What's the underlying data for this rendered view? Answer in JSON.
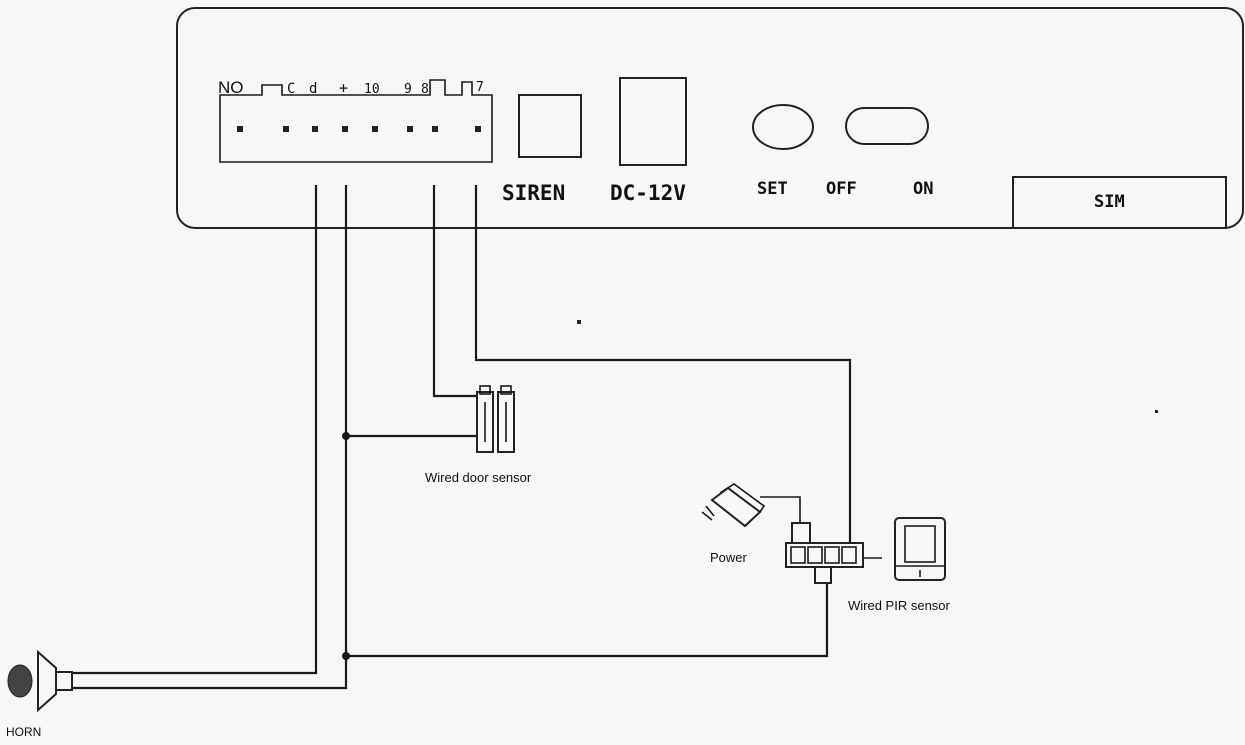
{
  "panel": {
    "terminal_labels": {
      "no": "NO",
      "c": "C",
      "d": "d",
      "plus": "+",
      "t10": "10",
      "t9": "9",
      "t8": "8",
      "t7": "7"
    },
    "siren_label": "SIREN",
    "dc_label": "DC-12V",
    "set_label": "SET",
    "off_label": "OFF",
    "on_label": "ON",
    "sim_label": "SIM"
  },
  "components": {
    "door_sensor_label": "Wired door sensor",
    "power_label": "Power",
    "pir_sensor_label": "Wired PIR sensor",
    "horn_label": "HORN"
  },
  "colors": {
    "line": "#1a1a1a",
    "background": "#f7f7f5"
  }
}
